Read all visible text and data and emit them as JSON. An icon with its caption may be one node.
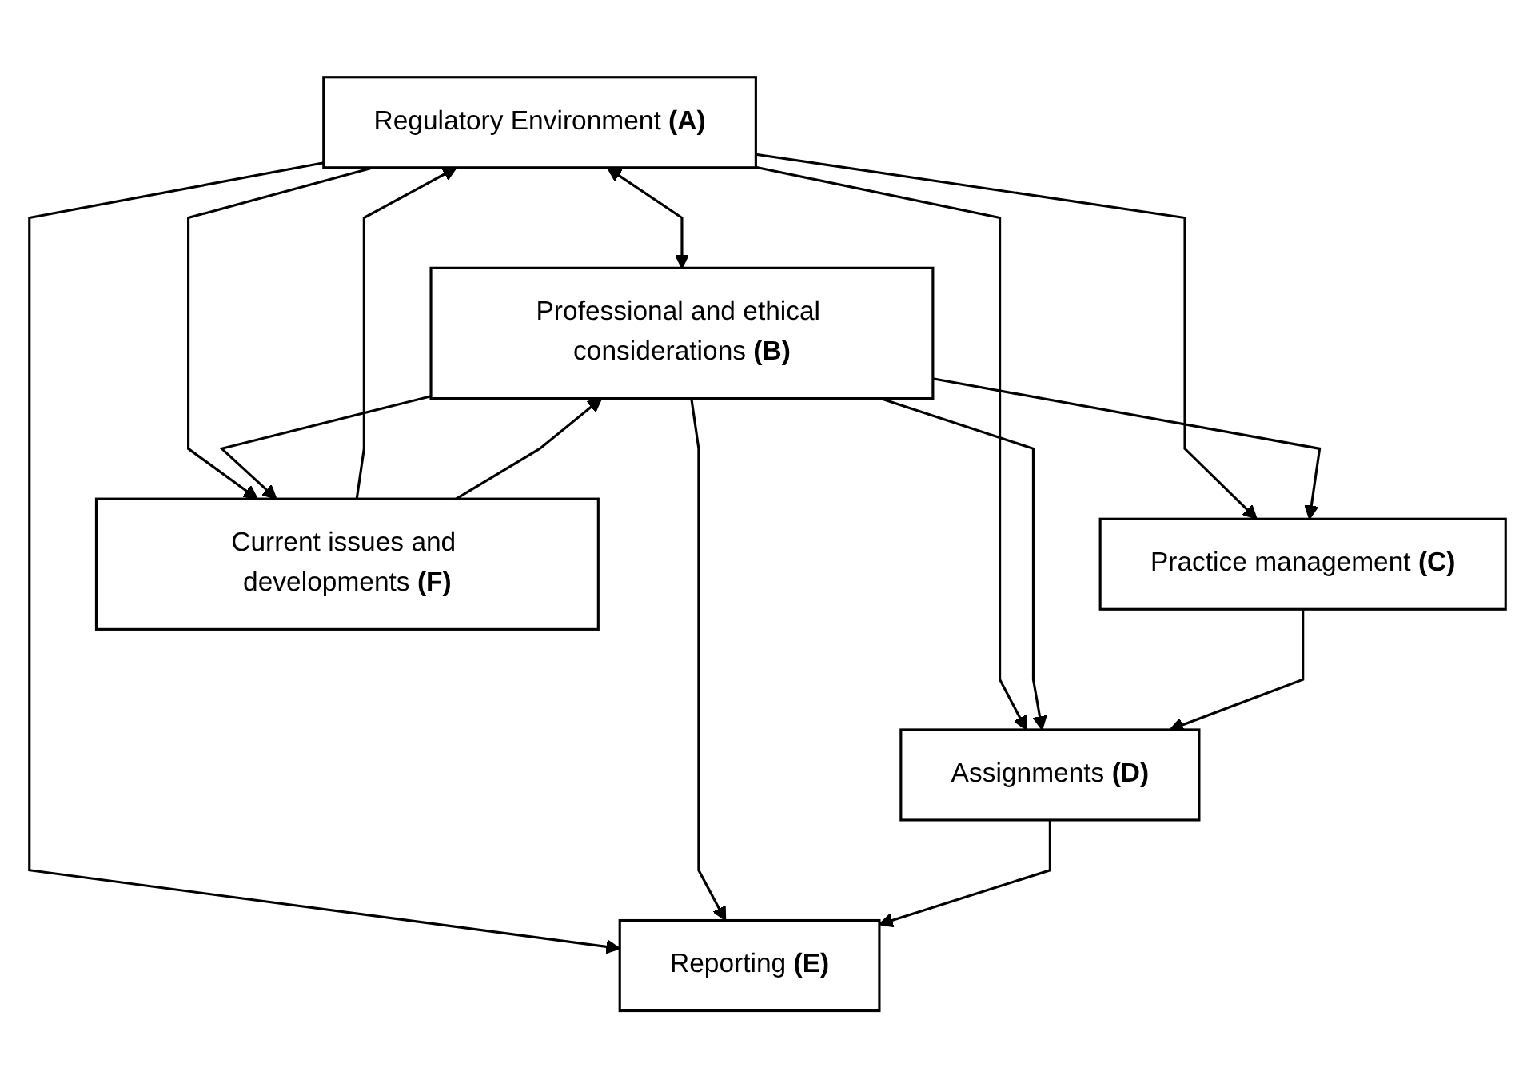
{
  "diagram": {
    "nodes": [
      {
        "text": [
          "Regulatory Environment **(A)**"
        ]
      },
      {
        "text": [
          "Professional and ethical considerations **(B)**"
        ]
      },
      {
        "text": [
          "Practice management **(C)**"
        ]
      },
      {
        "text": [
          "Assignments **(D)**"
        ]
      },
      {
        "text": [
          "Reporting **(E)**"
        ]
      },
      {
        "text": [
          "Current issues and developments **(F)**"
        ]
      }
    ],
    "edges": [
      {
        "from": 0,
        "to": 1,
        "arrow": "both"
      },
      {
        "from": 0,
        "to": 2,
        "arrow": "to"
      },
      {
        "from": 0,
        "to": 3,
        "arrow": "to"
      },
      {
        "from": 0,
        "to": 4,
        "arrow": "to"
      },
      {
        "from": 0,
        "to": 5,
        "arrow": "to"
      },
      {
        "from": 1,
        "to": 2,
        "arrow": "to"
      },
      {
        "from": 1,
        "to": 3,
        "arrow": "to"
      },
      {
        "from": 1,
        "to": 4,
        "arrow": "to"
      },
      {
        "from": 1,
        "to": 5,
        "arrow": "to"
      },
      {
        "from": 2,
        "to": 3,
        "arrow": "to"
      },
      {
        "from": 3,
        "to": 4,
        "arrow": "to"
      },
      {
        "from": 5,
        "to": 0,
        "arrow": "to"
      },
      {
        "from": 5,
        "to": 1,
        "arrow": "to"
      }
    ]
  }
}
